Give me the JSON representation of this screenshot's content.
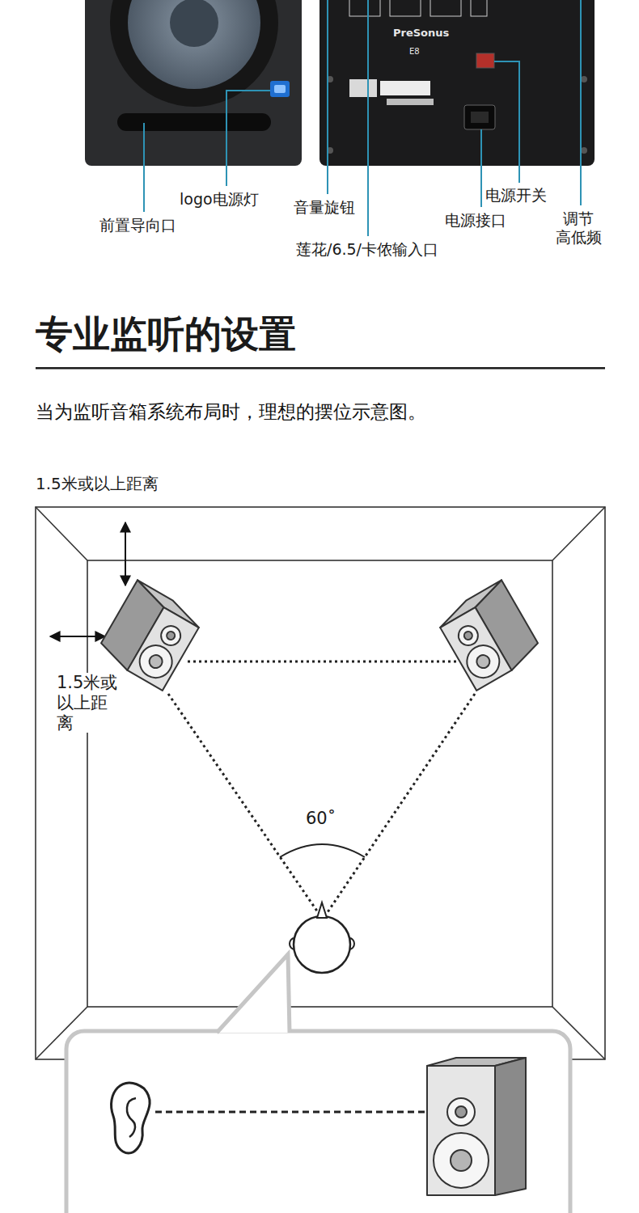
{
  "diagram": {
    "title": "专业监听的设置",
    "labels": [
      "logo电源灯",
      "前置导向口",
      "音量旋钮",
      "莲花/6.5/卡侬输入口",
      "电源开关",
      "电源接口",
      "调节 高低频",
      "PreSonus",
      "E8",
      "当为监听音箱系统布局时，理想的摆位示意图。",
      "1.5米或以上距离",
      "1.5米或 以上距 离",
      "60˚"
    ]
  }
}
